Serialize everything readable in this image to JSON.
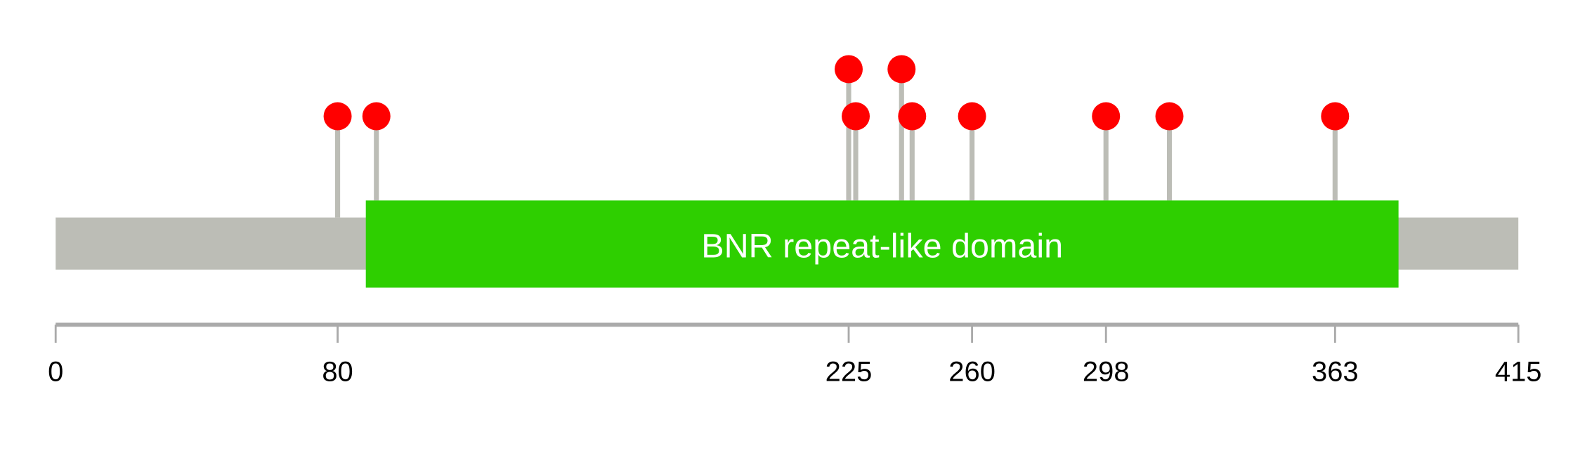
{
  "chart_data": {
    "type": "lollipop",
    "title": "",
    "protein_length": 415,
    "xlim": [
      0,
      415
    ],
    "ticks": [
      0,
      80,
      225,
      260,
      298,
      363,
      415
    ],
    "tick_labels": [
      "0",
      "80",
      "225",
      "260",
      "298",
      "363",
      "415"
    ],
    "domains": [
      {
        "name": "BNR repeat-like domain",
        "start": 88,
        "end": 381,
        "color": "#2ecf00"
      }
    ],
    "mutations": [
      {
        "position": 80,
        "level": 1
      },
      {
        "position": 91,
        "level": 1
      },
      {
        "position": 225,
        "level": 2
      },
      {
        "position": 227,
        "level": 1
      },
      {
        "position": 240,
        "level": 2
      },
      {
        "position": 243,
        "level": 1
      },
      {
        "position": 260,
        "level": 1
      },
      {
        "position": 298,
        "level": 1
      },
      {
        "position": 316,
        "level": 1
      },
      {
        "position": 363,
        "level": 1
      }
    ],
    "colors": {
      "backbone": "#bcbdb6",
      "stem": "#bcbdb6",
      "head": "#ff0000",
      "axis": "#aaaaaa"
    }
  }
}
